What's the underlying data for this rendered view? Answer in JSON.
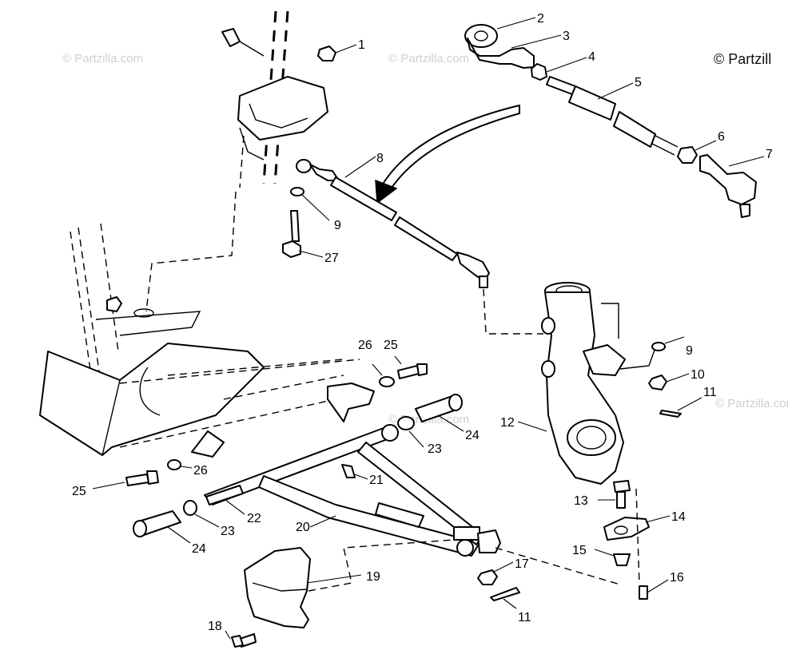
{
  "copyright": "© Partzill",
  "watermark_text": "© Partzilla.com",
  "callouts": [
    "1",
    "2",
    "3",
    "4",
    "5",
    "6",
    "7",
    "8",
    "9",
    "27",
    "9",
    "10",
    "11",
    "26",
    "25",
    "12",
    "23",
    "24",
    "25",
    "26",
    "21",
    "22",
    "23",
    "24",
    "20",
    "13",
    "14",
    "15",
    "17",
    "16",
    "19",
    "11",
    "18"
  ]
}
